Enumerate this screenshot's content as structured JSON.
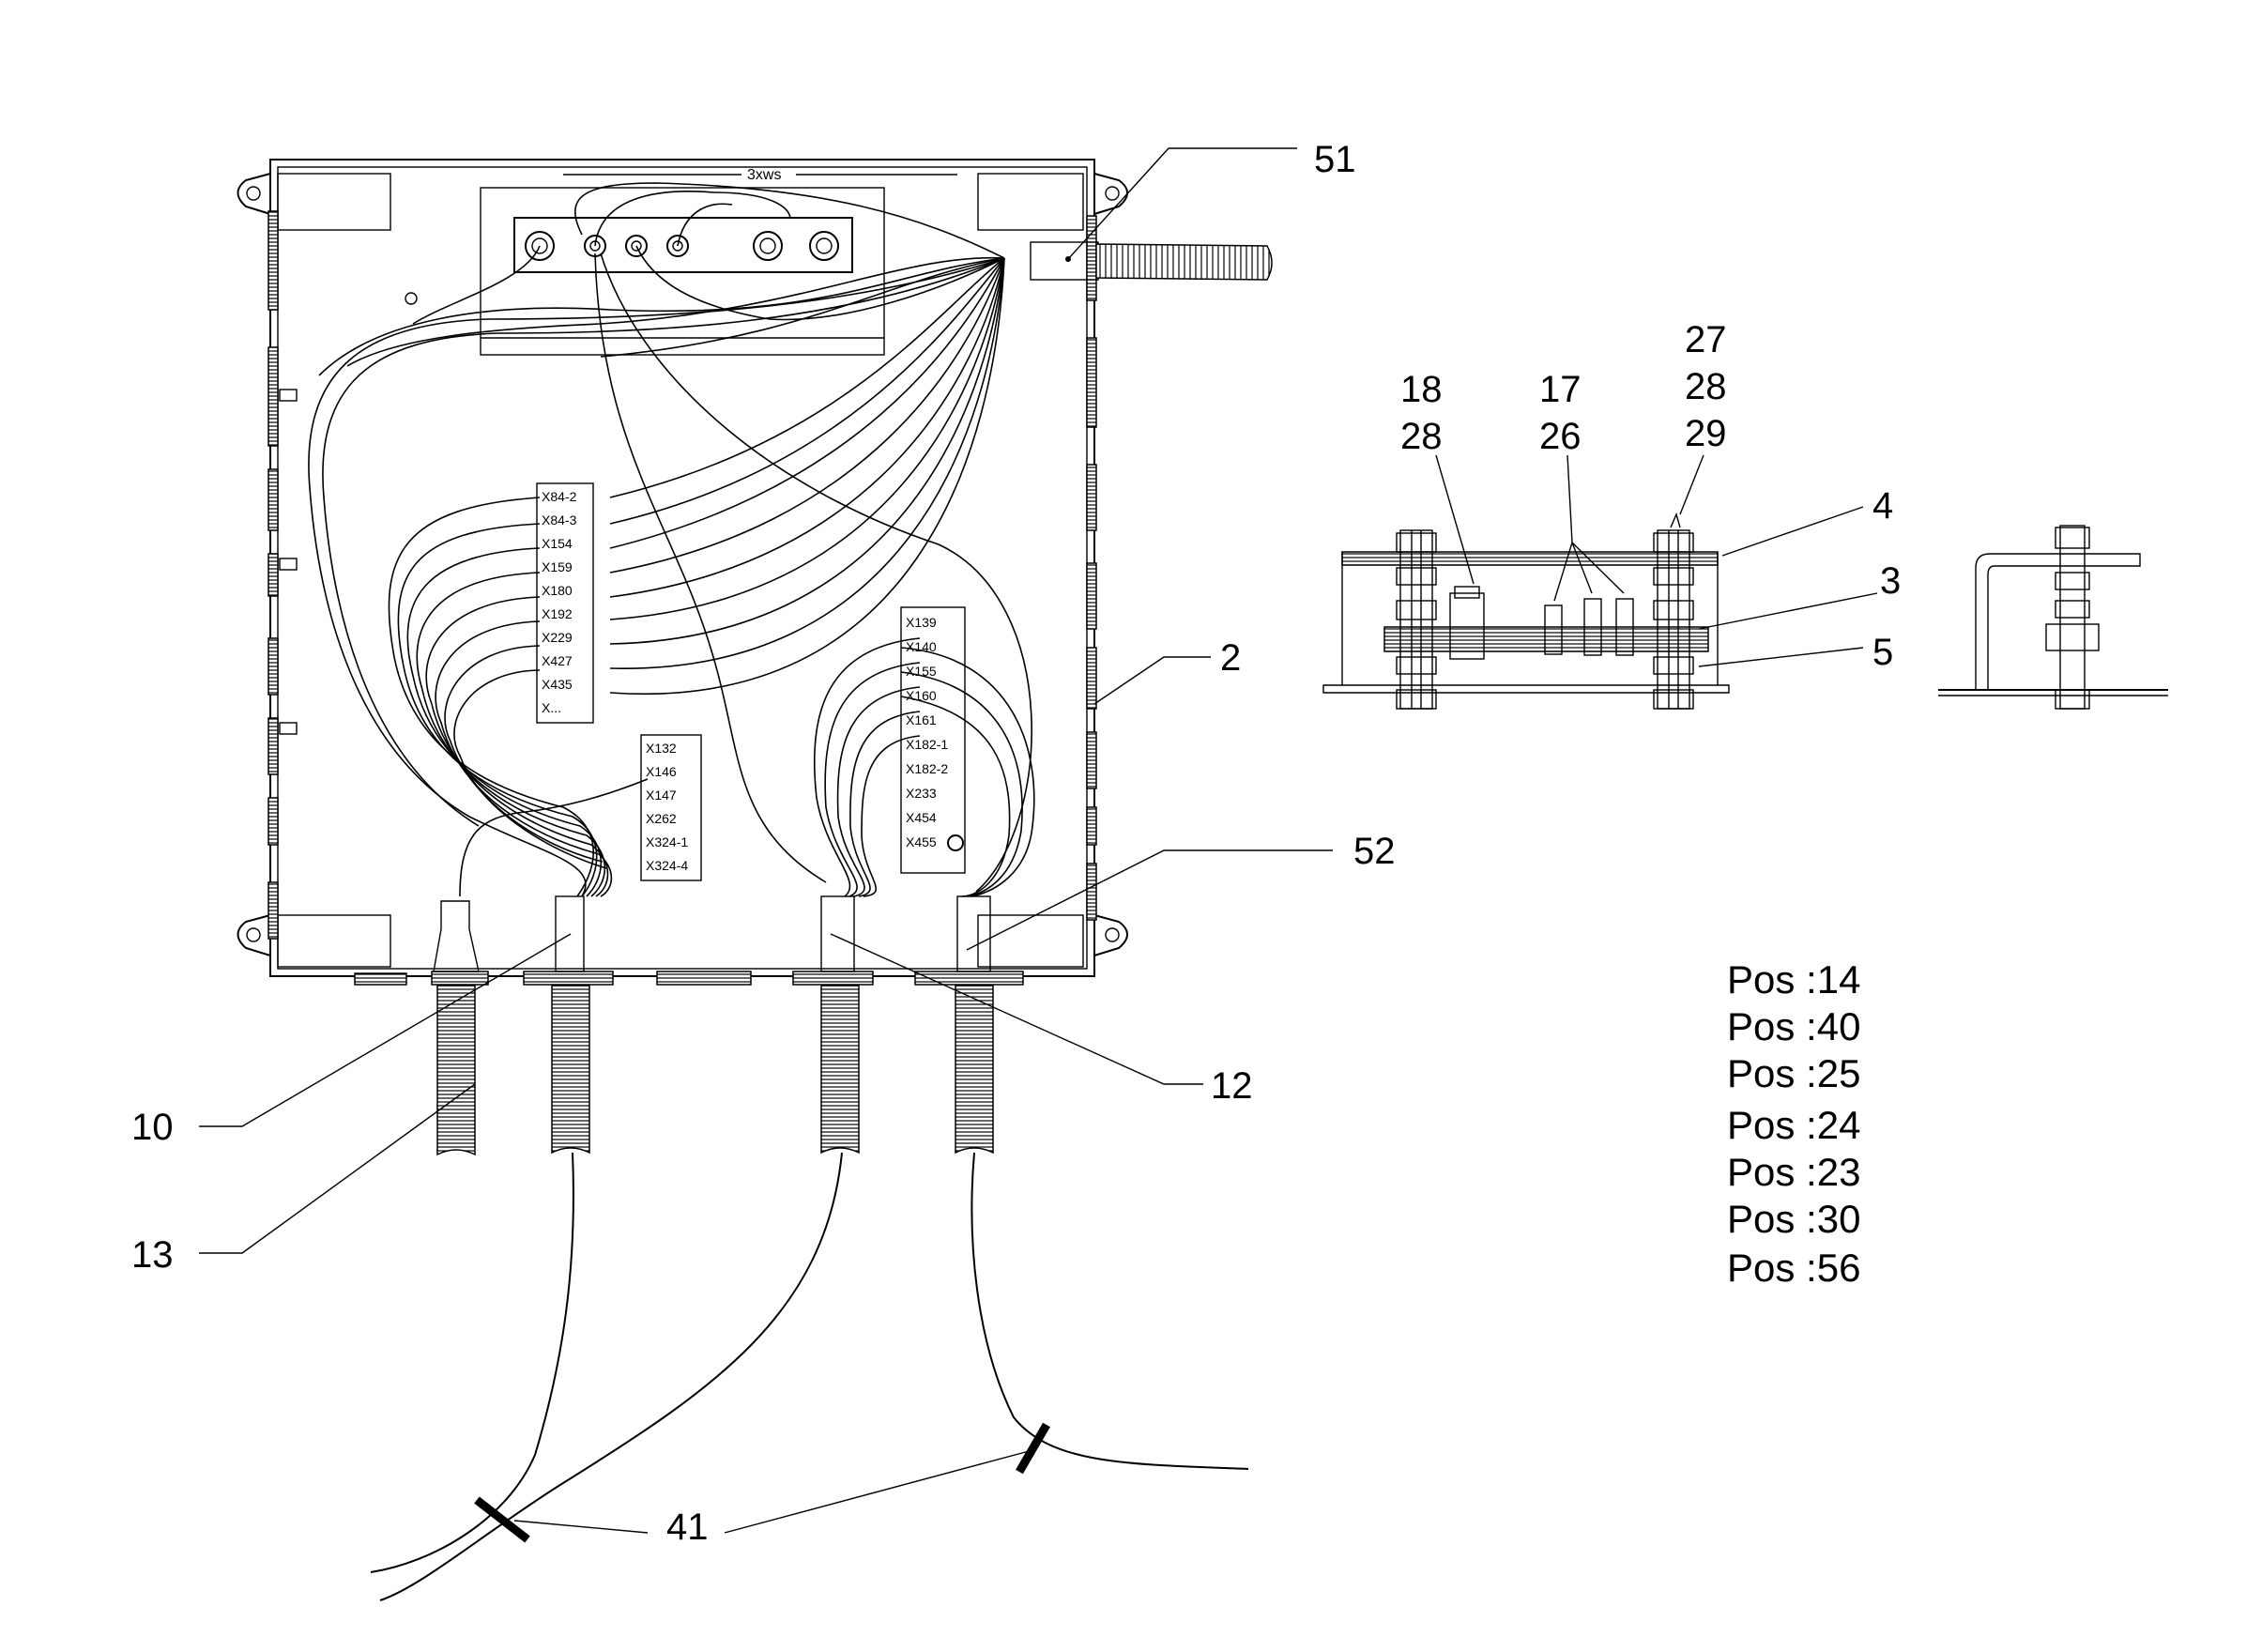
{
  "drawing": {
    "top_strip_label": "3xws",
    "callouts": {
      "c51": "51",
      "c2": "2",
      "c52": "52",
      "c12": "12",
      "c10": "10",
      "c13": "13",
      "c41": "41",
      "c18": "18",
      "c28a": "28",
      "c17": "17",
      "c26": "26",
      "c27": "27",
      "c28b": "28",
      "c29": "29",
      "c4": "4",
      "c3": "3",
      "c5": "5"
    },
    "terminal_blocks": [
      {
        "id": "left-block",
        "labels": [
          "X84-2",
          "X84-3",
          "X154",
          "X159",
          "X180",
          "X192",
          "X229",
          "X427",
          "X435",
          "X..."
        ]
      },
      {
        "id": "middle-block",
        "labels": [
          "X132",
          "X146",
          "X147",
          "X262",
          "X324-1",
          "X324-4"
        ]
      },
      {
        "id": "right-block",
        "labels": [
          "X139",
          "X140",
          "X155",
          "X160",
          "X161",
          "X182-1",
          "X182-2",
          "X233",
          "X454",
          "X455"
        ]
      }
    ],
    "positions": [
      "Pos :14",
      "Pos :40",
      "Pos :25",
      "Pos :24",
      "Pos :23",
      "Pos :30",
      "Pos :56"
    ]
  }
}
